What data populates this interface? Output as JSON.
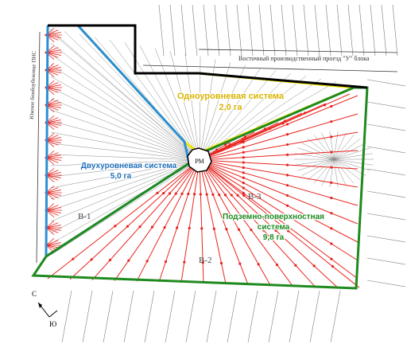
{
  "labels": {
    "top_street": "Восточный производственный проезд \"У\" блока",
    "left_street": "Южное бомбоубежище ПНС",
    "system_yellow_name": "Одноуровневая система",
    "system_yellow_area": "2,0 га",
    "system_blue_name": "Двухуровневая система",
    "system_blue_area": "5,0 га",
    "system_green_name": "Подземно-поверхностная",
    "system_green_name2": "система",
    "system_green_area": "9,8 га",
    "block_b1": "В-1",
    "block_b2": "В-2",
    "block_b3": "В-3",
    "center_label": "РМ",
    "compass_north": "С",
    "compass_south": "Ю"
  },
  "colors": {
    "yellow_boundary": "#f2e600",
    "blue_boundary": "#2b8fd6",
    "green_boundary": "#1f8a1f",
    "outer_boundary": "#000000",
    "red_lines": "#e8251f",
    "map_lines": "#7a7a7a",
    "text_yellow": "#d8b400",
    "text_blue": "#1f6fb8",
    "text_green": "#1f8a1f"
  }
}
